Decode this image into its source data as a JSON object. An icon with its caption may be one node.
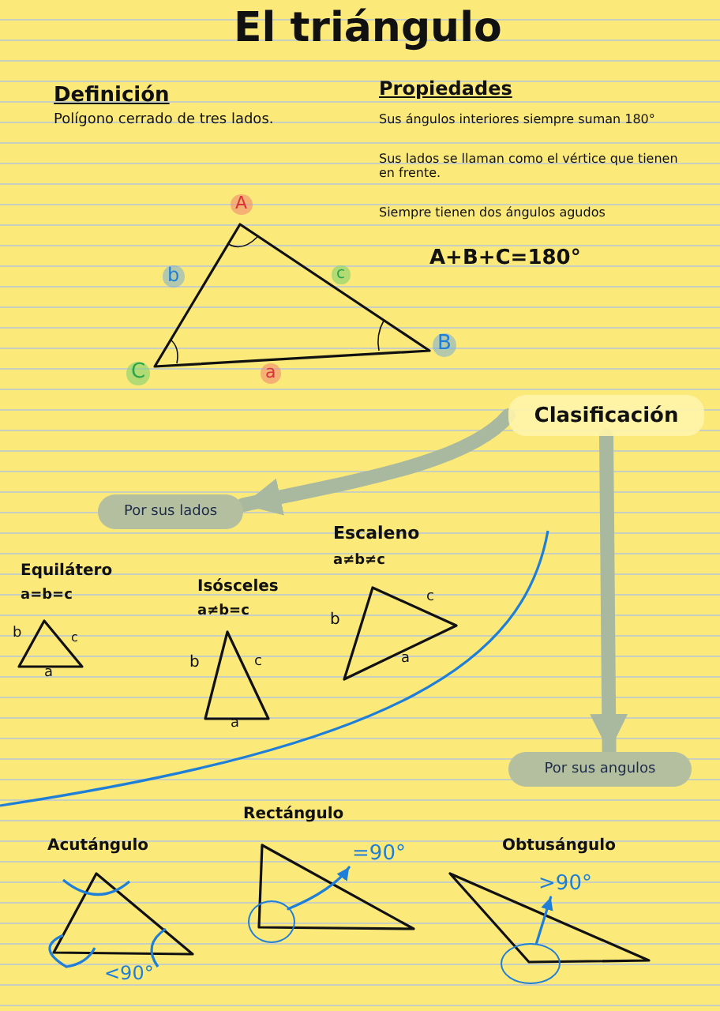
{
  "diagram": {
    "title": "El triángulo",
    "nodes": [
      {
        "text": [
          "Clasificación"
        ]
      },
      {
        "text": [
          "Por sus lados"
        ]
      },
      {
        "text": [
          "Por sus angulos"
        ]
      },
      {
        "text": [],
        "shape": "circle"
      },
      {
        "text": [
          "=90°"
        ]
      },
      {
        "text": [],
        "shape": "circle"
      },
      {
        "text": [
          ">90°"
        ]
      }
    ],
    "edges": [
      {
        "from": 0,
        "to": 1,
        "arrow": "to",
        "style": "thick",
        "color": "#a9b99f"
      },
      {
        "from": 0,
        "to": 2,
        "arrow": "to",
        "style": "thick",
        "color": "#a9b99f"
      },
      {
        "from": 3,
        "to": 4,
        "arrow": "to",
        "color": "#1f7fd8"
      },
      {
        "from": 5,
        "to": 6,
        "arrow": "to",
        "color": "#1f7fd8"
      }
    ],
    "labels": [
      "Definición",
      "Polígono cerrado de tres lados.",
      "Propiedades",
      "Sus ángulos interiores siempre suman 180°",
      "Sus lados se llaman como el vértice que tienen en frente.",
      "Siempre tienen dos ángulos agudos",
      "A",
      "A+B+C=180°",
      "b",
      "c",
      "C",
      "a",
      "B",
      "Equilátero",
      "a=b=c",
      "b",
      "c",
      "a",
      "Isósceles",
      "a≠b=c",
      "b",
      "c",
      "a",
      "Escaleno",
      "a≠b≠c",
      "c",
      "b",
      "a",
      "Acutángulo",
      "<90°",
      "Rectángulo",
      "Obtusángulo"
    ]
  }
}
